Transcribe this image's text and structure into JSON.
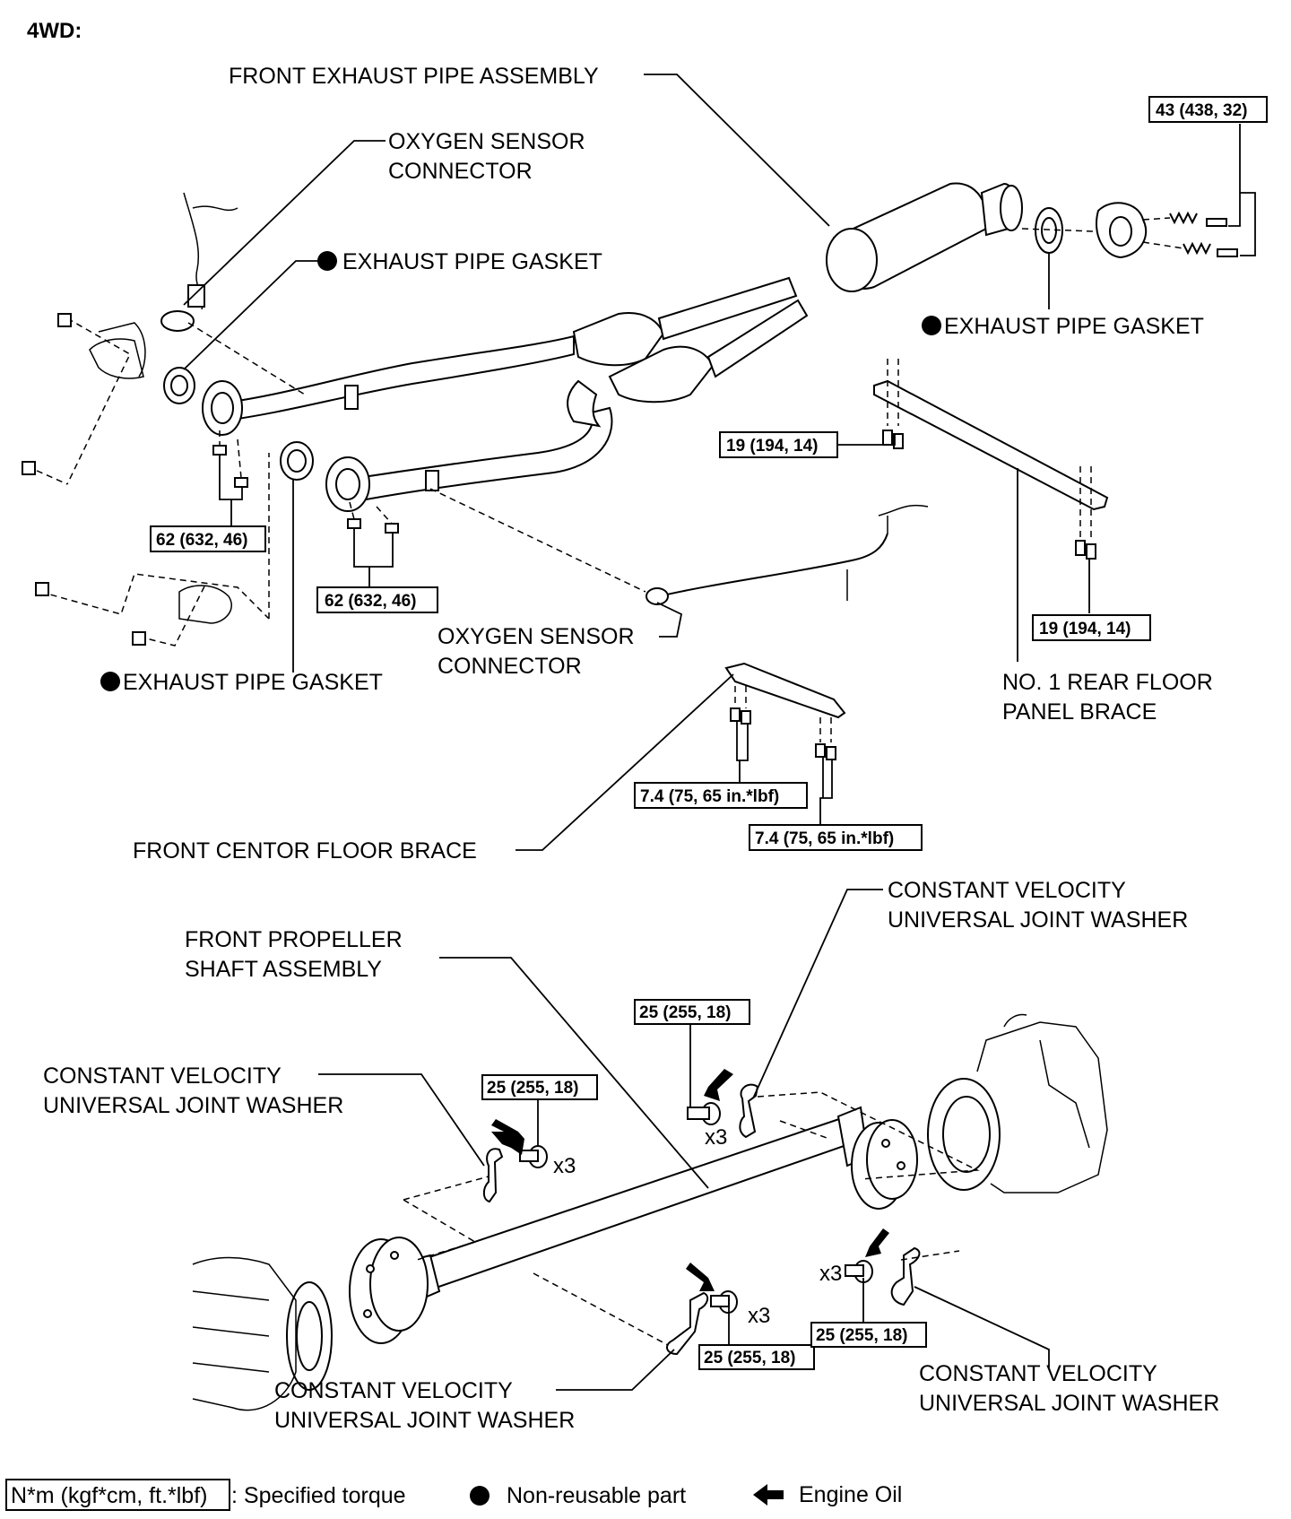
{
  "title": "4WD:",
  "labels": {
    "front_exhaust_pipe_assembly": "FRONT EXHAUST PIPE ASSEMBLY",
    "oxygen_sensor_connector_top_1": "OXYGEN SENSOR",
    "oxygen_sensor_connector_top_2": "CONNECTOR",
    "exhaust_pipe_gasket_left_top": "EXHAUST PIPE GASKET",
    "exhaust_pipe_gasket_right": "EXHAUST PIPE GASKET",
    "exhaust_pipe_gasket_left_bottom": "EXHAUST PIPE GASKET",
    "oxygen_sensor_connector_mid_1": "OXYGEN SENSOR",
    "oxygen_sensor_connector_mid_2": "CONNECTOR",
    "no1_rear_floor_panel_brace_1": "NO. 1 REAR FLOOR",
    "no1_rear_floor_panel_brace_2": "PANEL BRACE",
    "front_centor_floor_brace": "FRONT CENTOR FLOOR BRACE",
    "cvj_washer_top_right_1": "CONSTANT VELOCITY",
    "cvj_washer_top_right_2": "UNIVERSAL JOINT WASHER",
    "front_propeller_shaft_1": "FRONT PROPELLER",
    "front_propeller_shaft_2": "SHAFT ASSEMBLY",
    "cvj_washer_left_1": "CONSTANT VELOCITY",
    "cvj_washer_left_2": "UNIVERSAL JOINT WASHER",
    "cvj_washer_bottom_center_1": "CONSTANT VELOCITY",
    "cvj_washer_bottom_center_2": "UNIVERSAL JOINT WASHER",
    "cvj_washer_bottom_right_1": "CONSTANT VELOCITY",
    "cvj_washer_bottom_right_2": "UNIVERSAL JOINT WASHER"
  },
  "torques": {
    "t_43": "43 (438, 32)",
    "t_19_upper": "19 (194, 14)",
    "t_19_lower": "19 (194, 14)",
    "t_62_left": "62 (632, 46)",
    "t_62_center": "62 (632, 46)",
    "t_74_left": "7.4 (75, 65 in.*lbf)",
    "t_74_right": "7.4 (75, 65 in.*lbf)",
    "t_25_top_center": "25 (255, 18)",
    "t_25_left": "25 (255, 18)",
    "t_25_bottom_center": "25 (255, 18)",
    "t_25_bottom_right": "25 (255, 18)"
  },
  "quantities": {
    "q_left": "x3",
    "q_top_center": "x3",
    "q_bottom_center": "x3",
    "q_bottom_right": "x3"
  },
  "legend": {
    "torque_box": "N*m (kgf*cm, ft.*lbf)",
    "torque_text": ": Specified torque",
    "nonreusable_text": "Non-reusable part",
    "engine_oil_text": "Engine Oil"
  }
}
